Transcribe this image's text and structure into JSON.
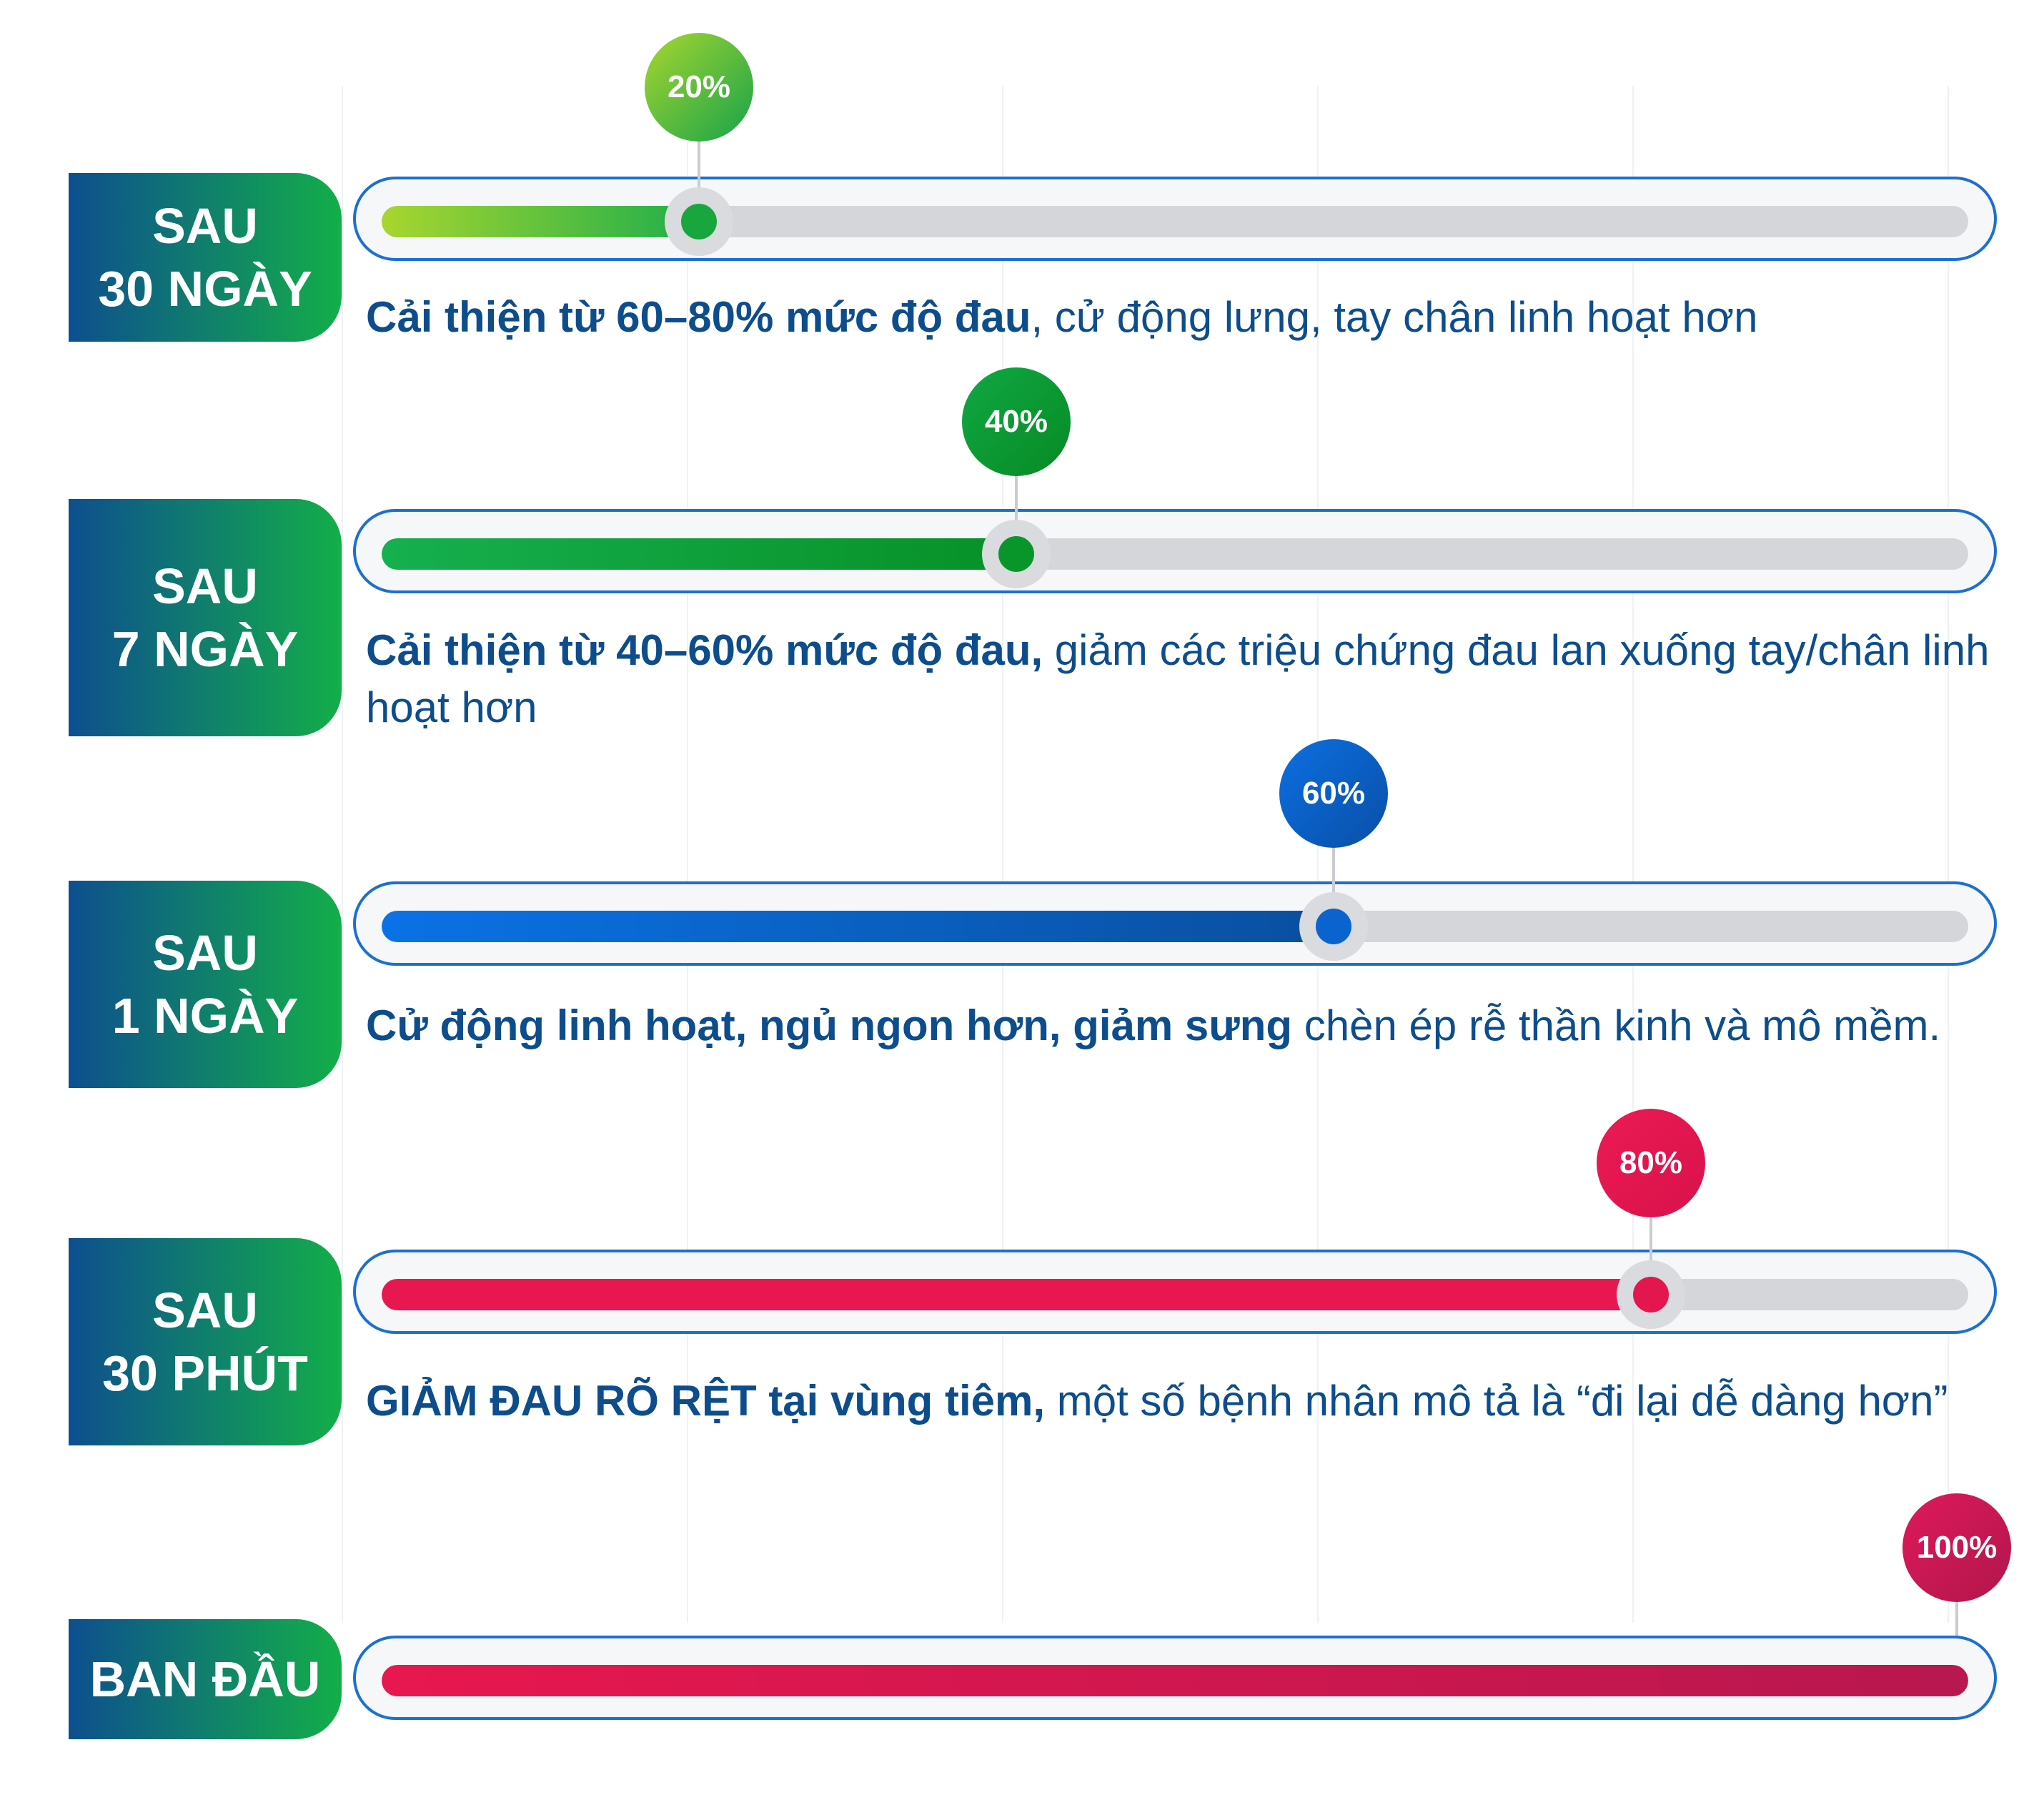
{
  "chart_data": {
    "type": "bar",
    "orientation": "horizontal",
    "xlim": [
      0,
      100
    ],
    "unit": "%",
    "bars": [
      {
        "label": "SAU\n30 NGÀY",
        "value": 20,
        "value_label": "20%",
        "desc_bold": "Cải thiện từ 60–80% mức độ đau",
        "desc_rest": ", cử động lưng, tay chân linh hoạt hơn",
        "fill_from": "#a8d62f",
        "fill_to": "#1fae4b",
        "bubble_from": "#a8d62f",
        "bubble_to": "#16a34a",
        "dot": "#1aa63e"
      },
      {
        "label": "SAU\n7 NGÀY",
        "value": 40,
        "value_label": "40%",
        "desc_bold": "Cải thiện từ 40–60% mức độ đau,",
        "desc_rest": " giảm các triệu chứng đau lan xuống tay/chân linh hoạt hơn",
        "fill_from": "#16b04f",
        "fill_to": "#079027",
        "bubble_from": "#10a844",
        "bubble_to": "#078a24",
        "dot": "#08962b"
      },
      {
        "label": "SAU\n1 NGÀY",
        "value": 60,
        "value_label": "60%",
        "desc_bold": "Cử động linh hoạt, ngủ ngon hơn, giảm sưng",
        "desc_rest": " chèn ép rễ thần kinh và mô mềm.",
        "fill_from": "#0a72e6",
        "fill_to": "#0a4f9e",
        "bubble_from": "#0b6fe0",
        "bubble_to": "#0a4fa8",
        "dot": "#0b63d0"
      },
      {
        "label": "SAU\n30 PHÚT",
        "value": 80,
        "value_label": "80%",
        "desc_bold": "GIẢM ĐAU RÕ RỆT tại vùng tiêm,",
        "desc_rest": " một số bệnh nhân mô tả là “đi lại dễ dàng hơn”",
        "fill_from": "#e8174f",
        "fill_to": "#e8174f",
        "bubble_from": "#ec1a55",
        "bubble_to": "#d8124a",
        "dot": "#e3164e"
      },
      {
        "label": "BAN ĐẦU",
        "value": 100,
        "value_label": "100%",
        "desc_bold": "",
        "desc_rest": "",
        "fill_from": "#e8174f",
        "fill_to": "#b8174f",
        "bubble_from": "#e0185a",
        "bubble_to": "#b0174c",
        "dot": "#d0174e"
      }
    ]
  },
  "colors": {
    "label_from": "#0d4f8f",
    "label_to": "#13ae49",
    "track_border": "#1d6fd0",
    "description_text": "#0d4d8c"
  }
}
